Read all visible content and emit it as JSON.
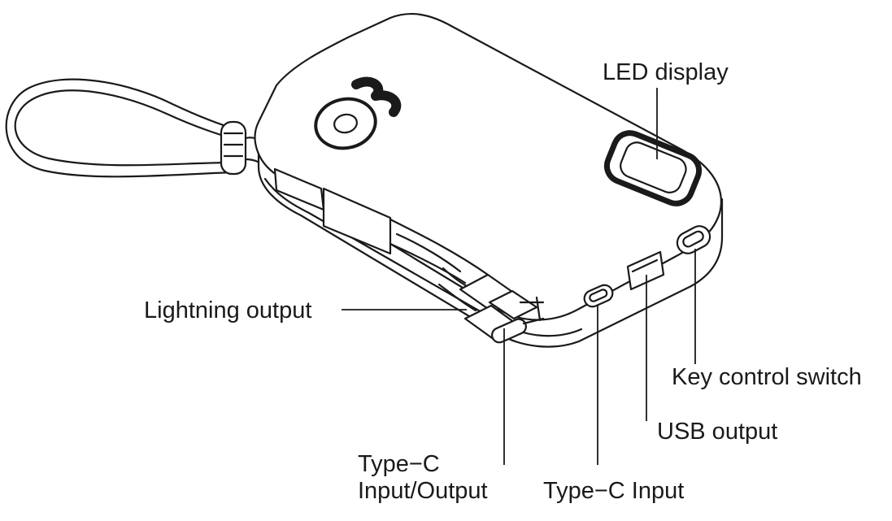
{
  "labels": {
    "led_display": "LED display",
    "lightning_output": "Lightning output",
    "key_control_switch": "Key control switch",
    "usb_output": "USB output",
    "type_c_io_line1": "Type−C",
    "type_c_io_line2": "Input/Output",
    "type_c_input": "Type−C  Input"
  },
  "colors": {
    "line": "#1a1a1a",
    "background": "#ffffff"
  }
}
